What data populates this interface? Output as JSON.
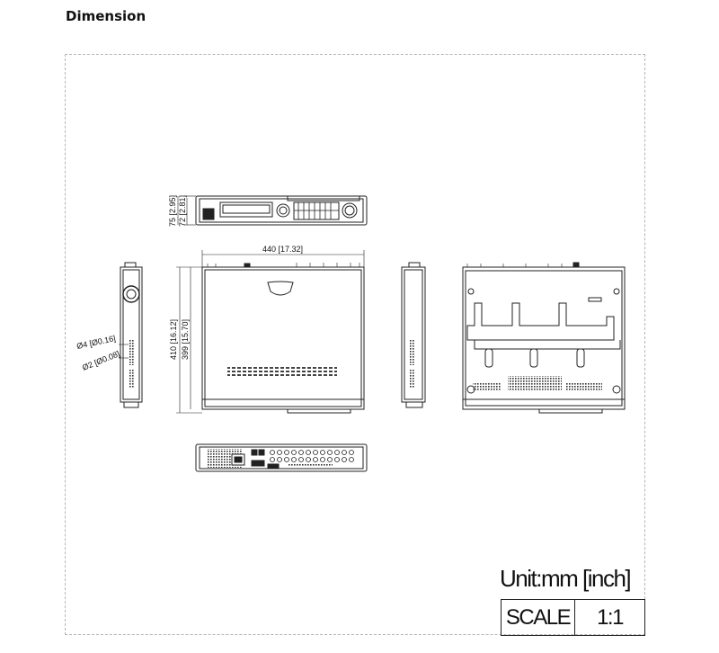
{
  "page": {
    "heading": "Dimension"
  },
  "dimensions": {
    "front_height_total": "75 [2.95]",
    "front_height_body": "72 [2.81]",
    "top_width": "440 [17.32]",
    "top_depth_total": "410 [16.12]",
    "top_depth_body": "399 [15.70]",
    "hole_large": "Ø4 [Ø0.16]",
    "hole_small": "Ø2 [Ø0.08]"
  },
  "footer": {
    "unit": "Unit:mm [inch]",
    "scale_label": "SCALE",
    "scale_value": "1:1"
  }
}
